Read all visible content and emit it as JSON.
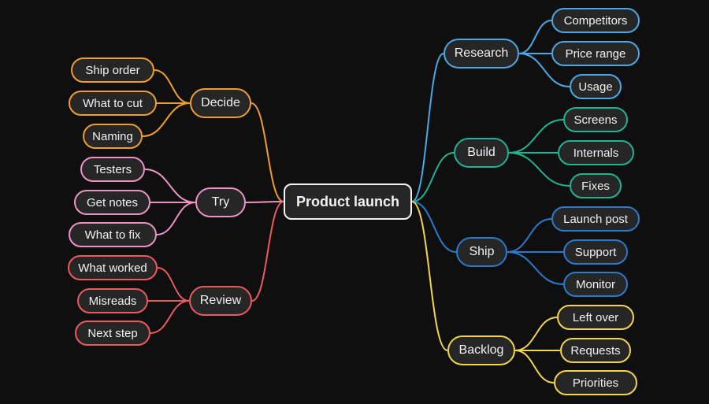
{
  "root": {
    "label": "Product launch"
  },
  "branches": [
    {
      "label": "Research",
      "color": "#4aa8e4",
      "children": [
        "Competitors",
        "Price range",
        "Usage"
      ]
    },
    {
      "label": "Build",
      "color": "#21b491",
      "children": [
        "Screens",
        "Internals",
        "Fixes"
      ]
    },
    {
      "label": "Ship",
      "color": "#2a7bcd",
      "children": [
        "Launch post",
        "Support",
        "Monitor"
      ]
    },
    {
      "label": "Backlog",
      "color": "#f3d54f",
      "children": [
        "Left over",
        "Requests",
        "Priorities"
      ]
    },
    {
      "label": "Decide",
      "color": "#ef9e2c",
      "children": [
        "Ship order",
        "What to cut",
        "Naming"
      ]
    },
    {
      "label": "Try",
      "color": "#ee93c1",
      "children": [
        "Testers",
        "Get notes",
        "What to fix"
      ]
    },
    {
      "label": "Review",
      "color": "#ec5a5e",
      "children": [
        "What worked",
        "Misreads",
        "Next step"
      ]
    }
  ]
}
